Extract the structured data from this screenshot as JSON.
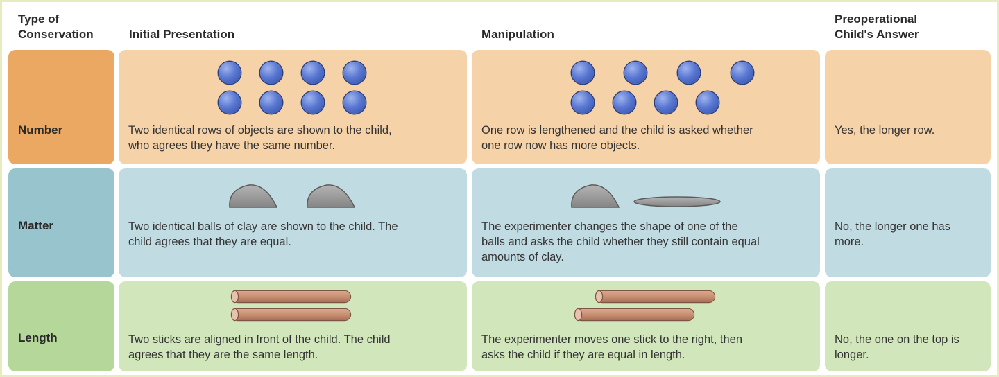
{
  "header": {
    "type": "Type of\nConservation",
    "initial": "Initial Presentation",
    "manipulation": "Manipulation",
    "answer": "Preoperational\nChild's Answer"
  },
  "rows": [
    {
      "label": "Number",
      "initial": [
        "Two identical rows of objects are shown to the child,",
        "who agrees they have the same number."
      ],
      "manipulation": [
        "One row is lengthened and the child is asked whether",
        "one row now has more objects."
      ],
      "answer": [
        "Yes, the longer row."
      ]
    },
    {
      "label": "Matter",
      "initial": [
        "Two identical balls of clay are shown to the child. The",
        "child agrees that they are equal."
      ],
      "manipulation": [
        "The experimenter changes the shape of one of the",
        "balls and asks the child whether they still contain equal",
        "amounts of clay."
      ],
      "answer": [
        "No, the longer one has",
        "more."
      ]
    },
    {
      "label": "Length",
      "initial": [
        "Two sticks are aligned in front of the child. The child",
        "agrees that they are the same length."
      ],
      "manipulation": [
        "The experimenter moves one stick to the right, then",
        "asks the child if they are equal in length."
      ],
      "answer": [
        "No, the one on the top is",
        "longer."
      ]
    }
  ],
  "colors": {
    "number": "#eaa862",
    "number_light": "#f6d2a8",
    "matter": "#98c4cd",
    "matter_light": "#c0dce2",
    "length": "#b6d79a",
    "length_light": "#d1e6bb",
    "ball": "#5a78d2",
    "clay": "#9a9a9a",
    "stick": "#c48a6d"
  }
}
